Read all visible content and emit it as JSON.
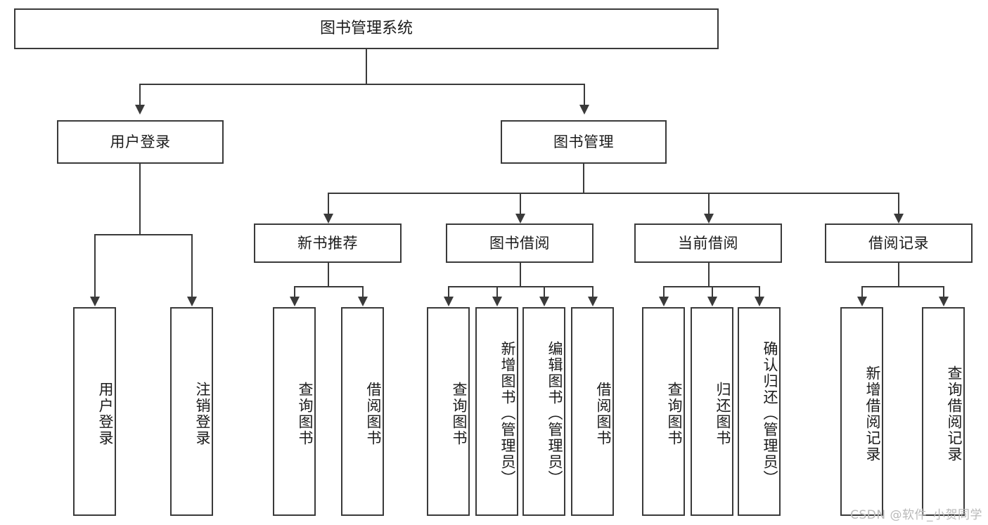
{
  "diagram": {
    "type": "tree",
    "title": "图书管理系统",
    "watermark": "CSDN @软件_小贺同学",
    "root": {
      "id": "root",
      "label": "图书管理系统"
    },
    "level1": [
      {
        "id": "user-login",
        "label": "用户登录"
      },
      {
        "id": "book-manage",
        "label": "图书管理"
      }
    ],
    "level2": [
      {
        "id": "new-book-recommend",
        "label": "新书推荐",
        "parent": "book-manage"
      },
      {
        "id": "book-borrow",
        "label": "图书借阅",
        "parent": "book-manage"
      },
      {
        "id": "current-borrow",
        "label": "当前借阅",
        "parent": "book-manage"
      },
      {
        "id": "borrow-record",
        "label": "借阅记录",
        "parent": "book-manage"
      }
    ],
    "leaves": {
      "user_login": [
        {
          "id": "leaf-user-login",
          "label": "用户登录"
        },
        {
          "id": "leaf-logout-login",
          "label": "注销登录"
        }
      ],
      "new_book_recommend": [
        {
          "id": "leaf-query-book-1",
          "label": "查询图书"
        },
        {
          "id": "leaf-borrow-book-1",
          "label": "借阅图书"
        }
      ],
      "book_borrow": [
        {
          "id": "leaf-query-book-2",
          "label": "查询图书"
        },
        {
          "id": "leaf-add-book",
          "label": "新增图书（管理员）"
        },
        {
          "id": "leaf-edit-book",
          "label": "编辑图书（管理员）"
        },
        {
          "id": "leaf-borrow-book-2",
          "label": "借阅图书"
        }
      ],
      "current_borrow": [
        {
          "id": "leaf-query-book-3",
          "label": "查询图书"
        },
        {
          "id": "leaf-return-book",
          "label": "归还图书"
        },
        {
          "id": "leaf-confirm-return",
          "label": "确认归还（管理员）"
        }
      ],
      "borrow_record": [
        {
          "id": "leaf-add-record",
          "label": "新增借阅记录"
        },
        {
          "id": "leaf-query-record",
          "label": "查询借阅记录"
        }
      ]
    },
    "colors": {
      "stroke": "#3a3a3a",
      "text": "#1b1b1b",
      "background": "#ffffff",
      "watermark": "#b9b9b9"
    }
  }
}
